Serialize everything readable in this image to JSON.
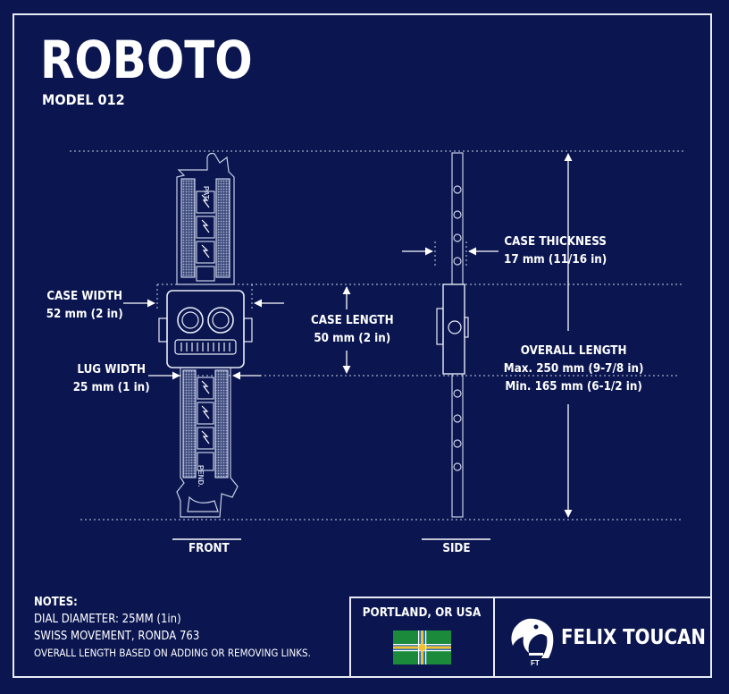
{
  "header": {
    "title": "ROBOTO",
    "subtitle": "MODEL 012"
  },
  "dimensions": {
    "case_width": {
      "label": "CASE WIDTH",
      "value": "52 mm (2 in)"
    },
    "lug_width": {
      "label": "LUG WIDTH",
      "value": "25 mm (1 in)"
    },
    "case_length": {
      "label": "CASE LENGTH",
      "value": "50 mm (2 in)"
    },
    "case_thickness": {
      "label": "CASE THICKNESS",
      "value": "17 mm (11/16 in)"
    },
    "overall_length": {
      "label": "OVERALL LENGTH",
      "max": "Max. 250 mm (9-7/8 in)",
      "min": "Min. 165 mm (6-1/2 in)"
    }
  },
  "views": {
    "front": "FRONT",
    "side": "SIDE"
  },
  "strap_text": {
    "top": "PAT.",
    "bottom": "PEND."
  },
  "notes": {
    "heading": "NOTES:",
    "lines": [
      "DIAL DIAMETER: 25MM (1in)",
      "SWISS MOVEMENT, RONDA 763",
      "OVERALL LENGTH BASED ON ADDING OR REMOVING LINKS."
    ]
  },
  "footer": {
    "city": "PORTLAND, OR USA",
    "brand": "FELIX TOUCAN",
    "logo_mark": "FT"
  },
  "colors": {
    "background": "#0b1650",
    "line": "#e8ecf6",
    "flag_green": "#1b8a3a",
    "flag_blue": "#2a6fc0",
    "flag_yellow": "#f2c12e"
  },
  "icons": {
    "flag": "portland-flag-icon",
    "logo": "toucan-logo-icon"
  }
}
